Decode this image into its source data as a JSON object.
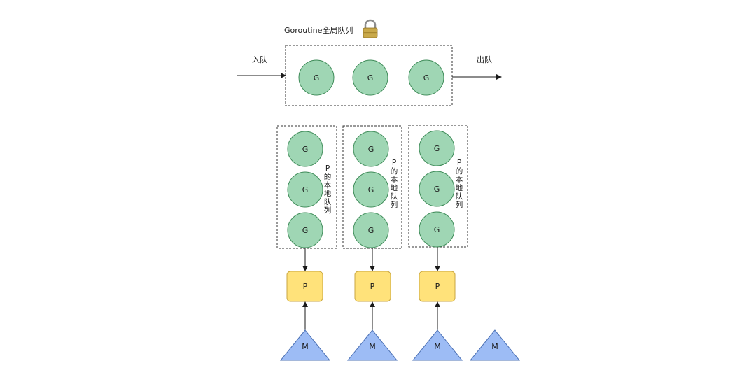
{
  "global_queue": {
    "title": "Goroutine全局队列",
    "enqueue_label": "入队",
    "dequeue_label": "出队",
    "goroutines": [
      "G",
      "G",
      "G"
    ]
  },
  "local_queues": [
    {
      "goroutines": [
        "G",
        "G",
        "G"
      ],
      "label_chars": [
        "P",
        "的",
        "本",
        "地",
        "队",
        "列"
      ],
      "processor": "P",
      "machine": "M"
    },
    {
      "goroutines": [
        "G",
        "G",
        "G"
      ],
      "label_chars": [
        "P",
        "的",
        "本",
        "地",
        "队",
        "列"
      ],
      "processor": "P",
      "machine": "M"
    },
    {
      "goroutines": [
        "G",
        "G",
        "G"
      ],
      "label_chars": [
        "P",
        "的",
        "本",
        "地",
        "队",
        "列"
      ],
      "processor": "P",
      "machine": "M"
    }
  ],
  "idle_machine": "M",
  "colors": {
    "goroutine_fill": "#9fd6b4",
    "goroutine_stroke": "#3d8a57",
    "processor_fill": "#ffe27a",
    "processor_stroke": "#c9a640",
    "machine_fill": "#9dbcf5",
    "machine_stroke": "#4b70b4",
    "lock_body": "#c9a94a",
    "lock_shackle": "#8c8c8c"
  }
}
